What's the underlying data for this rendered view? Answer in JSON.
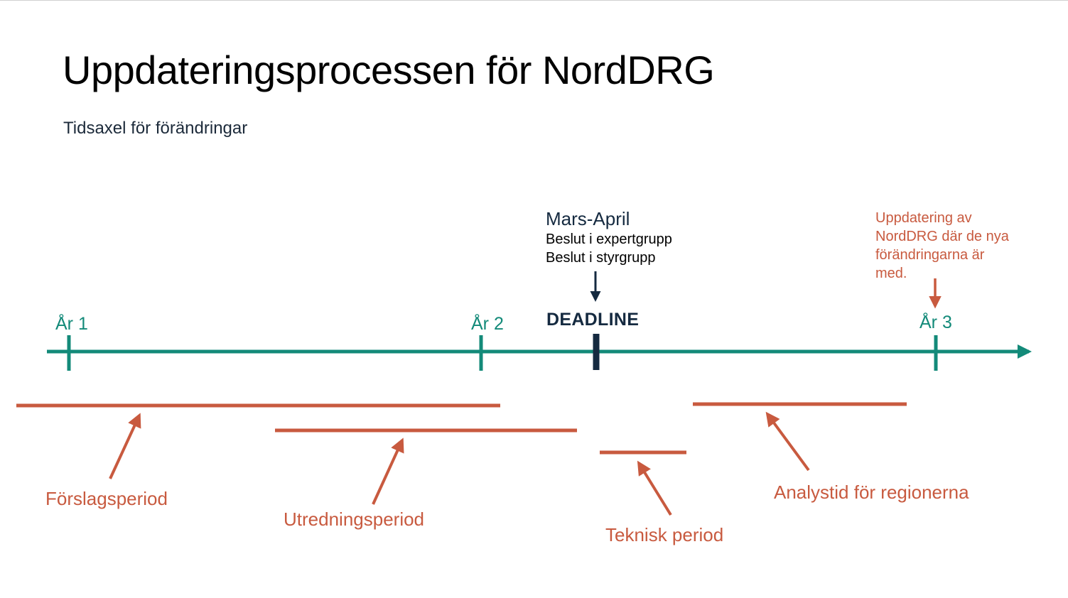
{
  "slide": {
    "title": "Uppdateringsprocessen för NordDRG",
    "subtitle": "Tidsaxel för förändringar"
  },
  "timeline": {
    "years": [
      "År 1",
      "År 2",
      "År 3"
    ],
    "deadline_label": "DEADLINE",
    "milestone": {
      "heading": "Mars-April",
      "lines": [
        "Beslut i expertgrupp",
        "Beslut i styrgrupp"
      ]
    },
    "update_note": [
      "Uppdatering av",
      "NordDRG där de nya",
      "förändringarna är",
      "med."
    ]
  },
  "periods": [
    "Förslagsperiod",
    "Utredningsperiod",
    "Teknisk period",
    "Analystid för regionerna"
  ],
  "colors": {
    "timeline": "#138a79",
    "deadline": "#152a40",
    "periods": "#c85a3f",
    "text": "#000000"
  }
}
